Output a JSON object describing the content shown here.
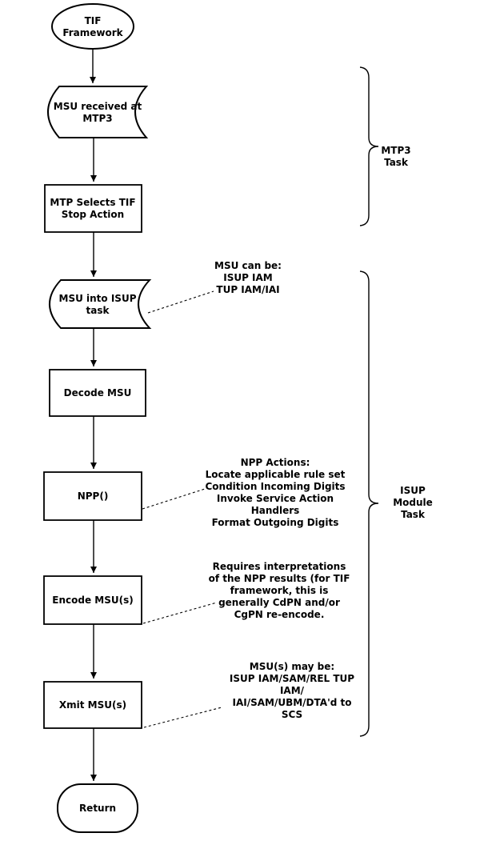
{
  "diagram": {
    "kind": "flowchart",
    "colors": {
      "stroke": "#000000",
      "fill": "#ffffff",
      "background": "#ffffff"
    },
    "nodes": [
      {
        "id": "start",
        "shape": "ellipse",
        "label": "TIF\nFramework"
      },
      {
        "id": "msu_received",
        "shape": "stored-data",
        "label": "MSU received at\nMTP3"
      },
      {
        "id": "mtp_selects",
        "shape": "process",
        "label": "MTP Selects TIF\nStop Action"
      },
      {
        "id": "msu_into_isup",
        "shape": "stored-data",
        "label": "MSU into ISUP\ntask"
      },
      {
        "id": "decode_msu",
        "shape": "process",
        "label": "Decode MSU"
      },
      {
        "id": "npp",
        "shape": "process",
        "label": "NPP()"
      },
      {
        "id": "encode_msu",
        "shape": "process",
        "label": "Encode MSU(s)"
      },
      {
        "id": "xmit_msu",
        "shape": "process",
        "label": "Xmit MSU(s)"
      },
      {
        "id": "return",
        "shape": "terminator",
        "label": "Return"
      }
    ],
    "annotations": [
      {
        "target": "msu_into_isup",
        "text": "MSU can be:\nISUP IAM\nTUP IAM/IAI"
      },
      {
        "target": "npp",
        "text": "NPP Actions:\nLocate applicable rule set\nCondition Incoming Digits\nInvoke Service Action\nHandlers\nFormat Outgoing Digits"
      },
      {
        "target": "encode_msu",
        "text": "Requires interpretations\nof the NPP results (for TIF\nframework, this is\ngenerally CdPN and/or\nCgPN re-encode."
      },
      {
        "target": "xmit_msu",
        "text": "MSU(s) may be:\nISUP IAM/SAM/REL TUP\nIAM/\nIAI/SAM/UBM/DTA'd to\nSCS"
      }
    ],
    "groups": [
      {
        "id": "mtp3_task",
        "label": "MTP3\nTask"
      },
      {
        "id": "isup_module_task",
        "label": "ISUP\nModule\nTask"
      }
    ]
  }
}
